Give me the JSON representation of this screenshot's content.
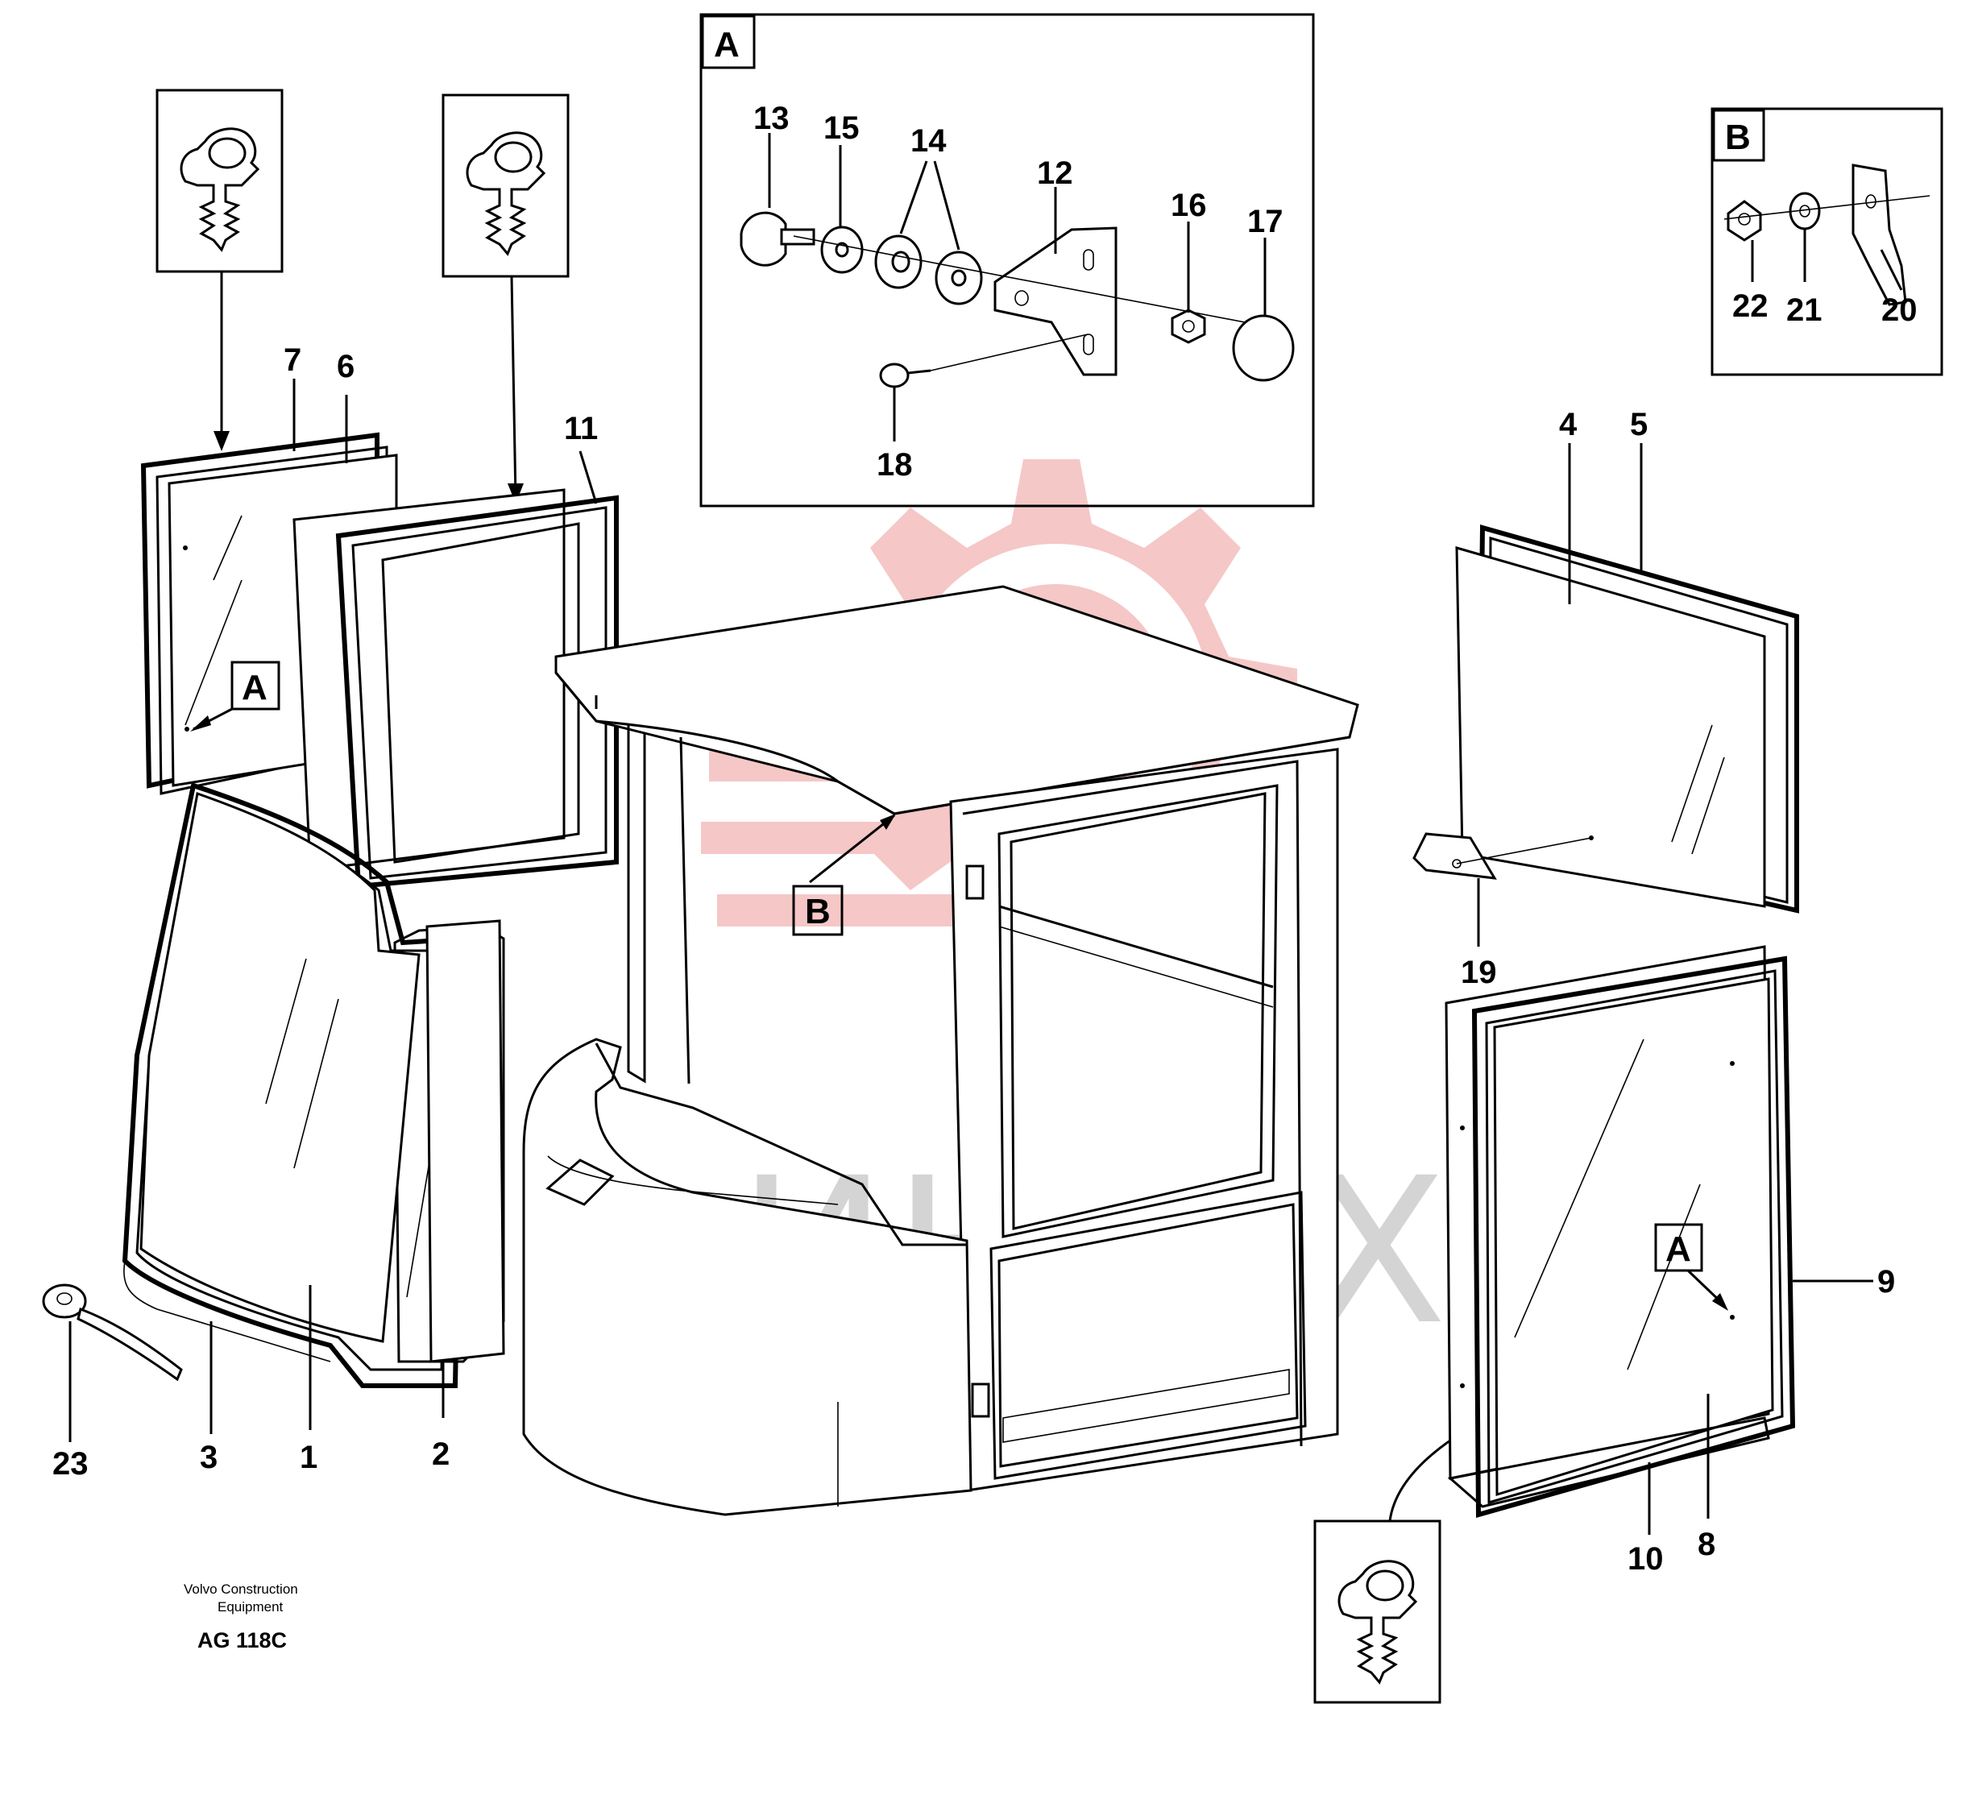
{
  "watermark": {
    "text": "ИНТЕХ",
    "gear_color": "#f4c2c2",
    "text_color": "#d4d4d4"
  },
  "footer": {
    "brand_line1": "Volvo Construction",
    "brand_line2": "Equipment",
    "code": "AG 118C"
  },
  "detail_boxes": {
    "a_label": "A",
    "b_label": "B"
  },
  "callouts": {
    "a_left": "A",
    "a_right": "A",
    "b_main": "B"
  },
  "part_numbers": {
    "p1": "1",
    "p2": "2",
    "p3": "3",
    "p4": "4",
    "p5": "5",
    "p6": "6",
    "p7": "7",
    "p8": "8",
    "p9": "9",
    "p10": "10",
    "p11": "11",
    "p12": "12",
    "p13": "13",
    "p14": "14",
    "p15": "15",
    "p16": "16",
    "p17": "17",
    "p18": "18",
    "p19": "19",
    "p20": "20",
    "p21": "21",
    "p22": "22",
    "p23": "23"
  }
}
